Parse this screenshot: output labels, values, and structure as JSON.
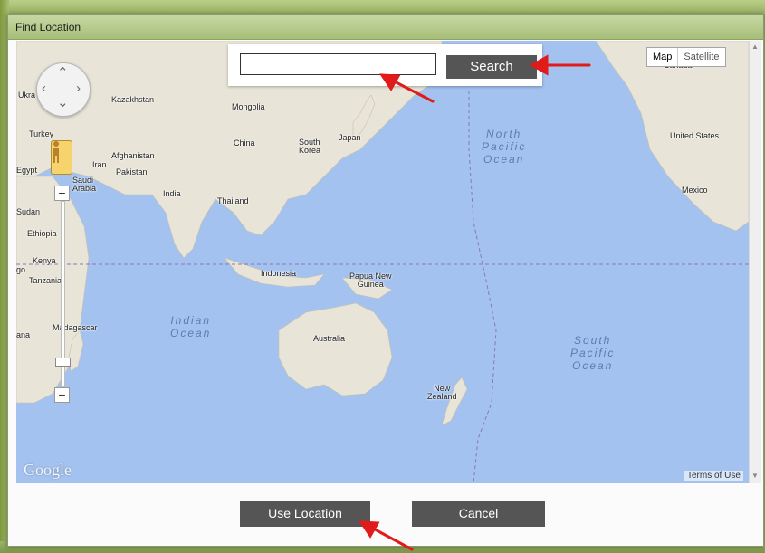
{
  "dialog": {
    "title": "Find Location",
    "use_location_label": "Use Location",
    "cancel_label": "Cancel"
  },
  "search": {
    "value": "",
    "button_label": "Search"
  },
  "map": {
    "map_type": {
      "map_label": "Map",
      "satellite_label": "Satellite",
      "selected": "Map"
    },
    "attribution": "Google",
    "terms_label": "Terms of Use",
    "labels": {
      "canada": "Canada",
      "kazakhstan": "Kazakhstan",
      "mongolia": "Mongolia",
      "ukraine": "Ukra",
      "turkey": "Turkey",
      "china": "China",
      "south_korea": "South\nKorea",
      "japan": "Japan",
      "afghanistan": "Afghanistan",
      "iran": "Iran",
      "pakistan": "Pakistan",
      "egypt": "Egypt",
      "saudi": "Saudi\nArabia",
      "india": "India",
      "thailand": "Thailand",
      "sudan": "Sudan",
      "ethiopia": "Ethiopia",
      "kenya": "Kenya",
      "go": "go",
      "tanzania": "Tanzania",
      "indonesia": "Indonesia",
      "png": "Papua New\nGuinea",
      "madagascar": "Madagascar",
      "ana": "ana",
      "australia": "Australia",
      "new_zealand": "New\nZealand",
      "united_states": "United States",
      "mexico": "Mexico"
    },
    "oceans": {
      "north_pacific": "North\nPacific\nOcean",
      "indian": "Indian\nOcean",
      "south_pacific": "South\nPacific\nOcean"
    }
  },
  "colors": {
    "water": "#a4c2ef",
    "land": "#e8e4d8",
    "button": "#555555",
    "annotation_arrow": "#e11a1a"
  },
  "icons": {
    "pan": "pan-control-icon",
    "pegman": "street-view-pegman-icon",
    "zoom_in": "zoom-in-icon",
    "zoom_out": "zoom-out-icon"
  }
}
